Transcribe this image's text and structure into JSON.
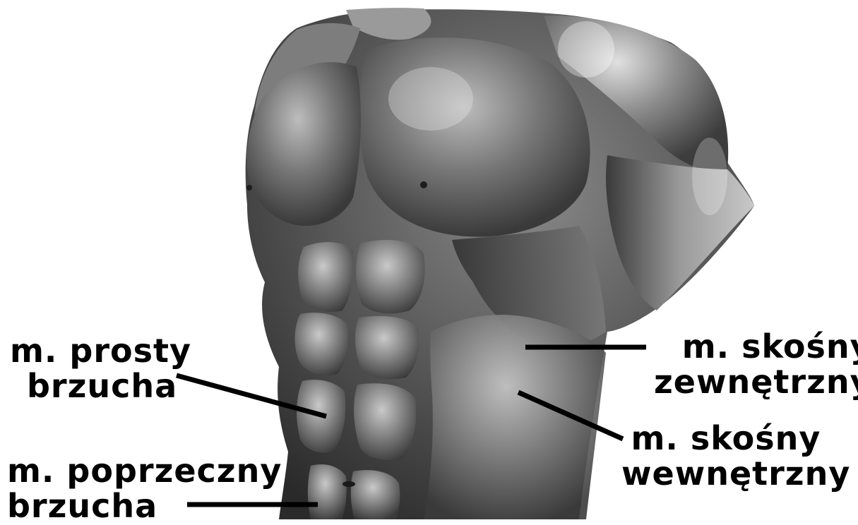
{
  "labels": {
    "rectus": {
      "line1": "m. prosty",
      "line2": "brzucha"
    },
    "transverse": {
      "line1": "m. poprzeczny",
      "line2": "brzucha"
    },
    "external_oblique": {
      "line1": "m. skośny",
      "line2": "zewnętrzny"
    },
    "internal_oblique": {
      "line1": "m. skośny",
      "line2": "wewnętrzny"
    }
  },
  "colors": {
    "background": "#ffffff",
    "text": "#000000",
    "torso_dark": "#2b2b2b",
    "torso_mid": "#6e6e6e",
    "torso_light": "#d8d8d8"
  }
}
